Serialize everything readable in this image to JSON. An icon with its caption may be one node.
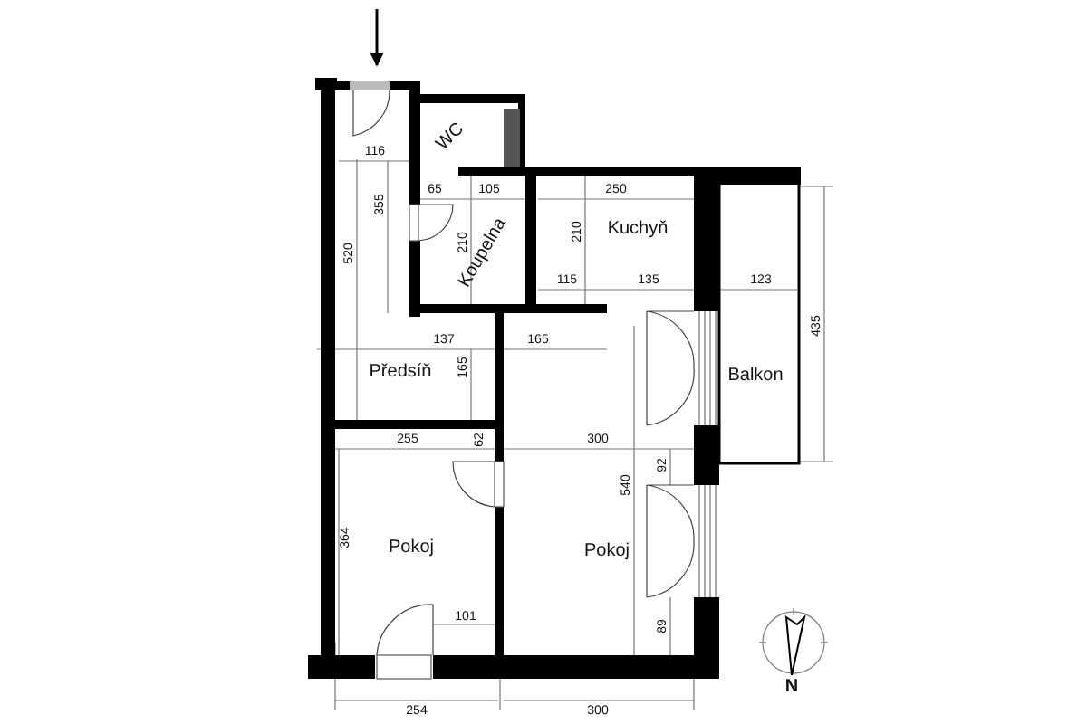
{
  "diagram": {
    "labels": [
      "WC",
      "116",
      "65",
      "105",
      "250",
      "355",
      "520",
      "210",
      "Koupelna",
      "210",
      "Kuchyň",
      "115",
      "135",
      "123",
      "435",
      "137",
      "165",
      "Předsíň",
      "165",
      "Balkon",
      "255",
      "62",
      "300",
      "92",
      "540",
      "364",
      "Pokoj",
      "Pokoj",
      "101",
      "89",
      "254",
      "300",
      "N"
    ]
  }
}
